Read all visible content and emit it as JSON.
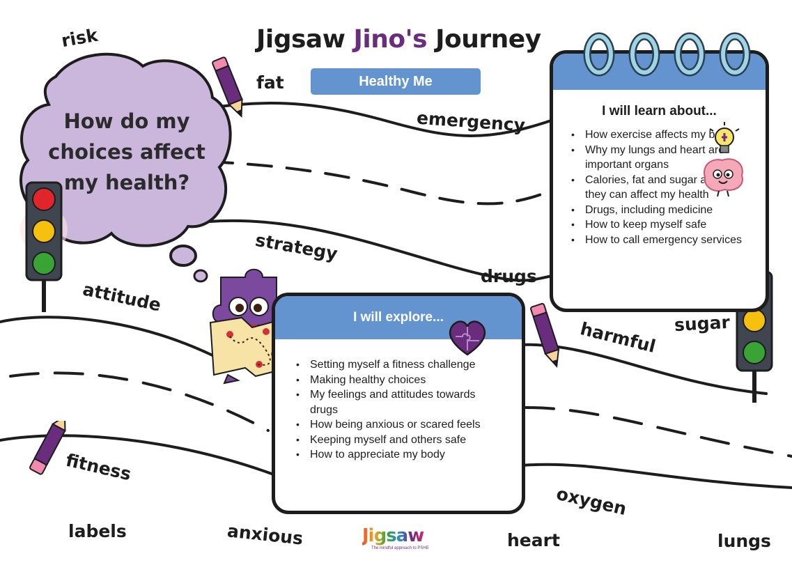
{
  "header": {
    "title_part1": "Jigsaw",
    "title_highlight": "Jino's",
    "title_part2": "Journey",
    "subtitle": "Healthy Me"
  },
  "thought_bubble": {
    "question": "How do my choices affect my health?"
  },
  "learn_panel": {
    "heading": "I will learn about...",
    "items": [
      "How exercise affects my body",
      "Why my lungs and heart are important organs",
      "Calories, fat and sugar and how they can affect my health",
      "Drugs, including medicine",
      "How to keep myself safe",
      "How to call emergency services"
    ]
  },
  "explore_panel": {
    "heading": "I will explore...",
    "items": [
      "Setting myself a fitness challenge",
      "Making healthy choices",
      "My feelings and attitudes towards drugs",
      "How being anxious or scared feels",
      "Keeping myself and others safe",
      "How to appreciate my body"
    ]
  },
  "words": {
    "risk": "risk",
    "fat": "fat",
    "emergency": "emergency",
    "strategy": "strategy",
    "drugs": "drugs",
    "attitude": "attitude",
    "harmful": "harmful",
    "sugar": "sugar",
    "fitness": "fitness",
    "oxygen": "oxygen",
    "labels": "labels",
    "anxious": "anxious",
    "heart": "heart",
    "lungs": "lungs"
  },
  "logo": {
    "text": "Jigsaw",
    "tagline": "The mindful approach to PSHE"
  },
  "colors": {
    "accent_blue": "#6394d0",
    "brand_purple": "#6a2d7e",
    "thought_lilac": "#cbb6dc",
    "ink": "#1d1d1d",
    "traffic_red": "#e0252b",
    "traffic_amber": "#f5c10e",
    "traffic_green": "#3aa335"
  },
  "icons": [
    "pencil-icon",
    "traffic-light-icon",
    "calendar-rings-icon",
    "lightbulb-icon",
    "brain-icon",
    "heart-jigsaw-icon",
    "jino-mascot"
  ]
}
